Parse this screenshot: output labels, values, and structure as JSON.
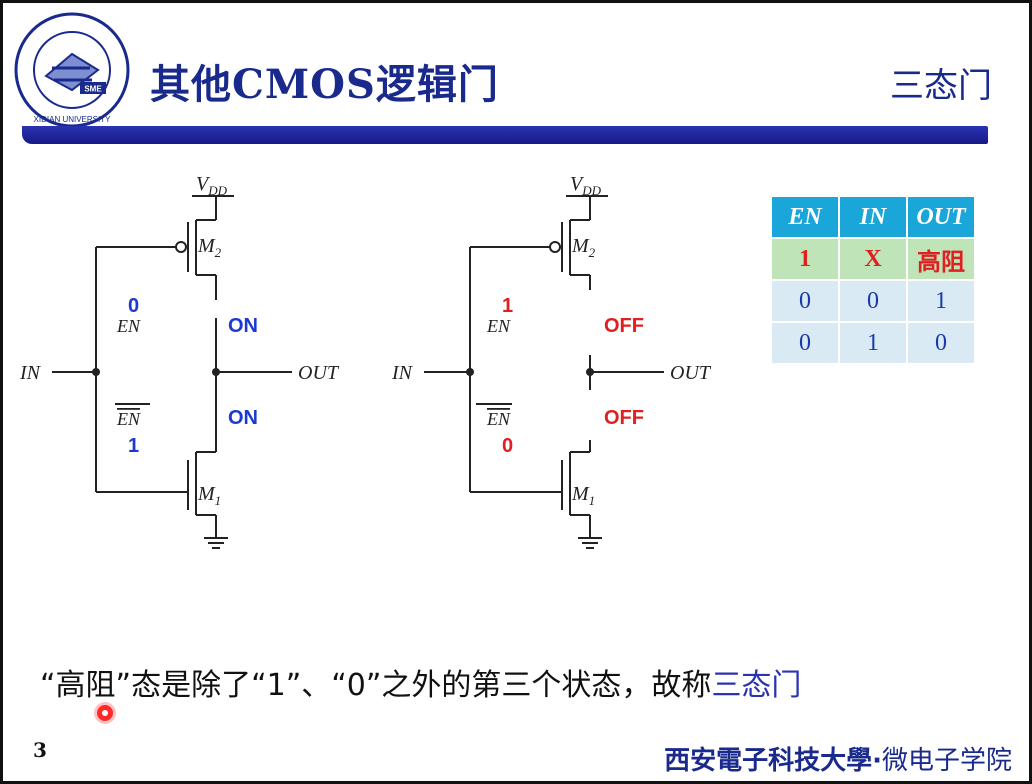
{
  "header": {
    "title": "其他CMOS逻辑门",
    "subtitle": "三态门",
    "logo_text": "XIDIAN UNIVERSITY",
    "logo_badge": "SME"
  },
  "circuit": {
    "vdd": "V",
    "vdd_sub": "DD",
    "m2": "M",
    "m2_sub": "2",
    "m1": "M",
    "m1_sub": "1",
    "in_label": "IN",
    "out_label": "OUT",
    "en_label": "EN",
    "left": {
      "en_value": "0",
      "enbar_value": "1",
      "upper_state": "ON",
      "lower_state": "ON"
    },
    "right": {
      "en_value": "1",
      "enbar_value": "0",
      "upper_state": "OFF",
      "lower_state": "OFF"
    },
    "colors": {
      "on": "#1a3ad0",
      "off": "#e02020",
      "wire": "#222222"
    }
  },
  "truth_table": {
    "headers": [
      "EN",
      "IN",
      "OUT"
    ],
    "rows": [
      [
        "1",
        "X",
        "高阻"
      ],
      [
        "0",
        "0",
        "1"
      ],
      [
        "0",
        "1",
        "0"
      ]
    ]
  },
  "caption": {
    "text": "“高阻”态是除了“1”、“0”之外的第三个状态，故称",
    "accent": "三态门"
  },
  "footer": {
    "page_number": "3",
    "university": "西安電子科技大學",
    "separator": "·",
    "department": "微电子学院"
  }
}
